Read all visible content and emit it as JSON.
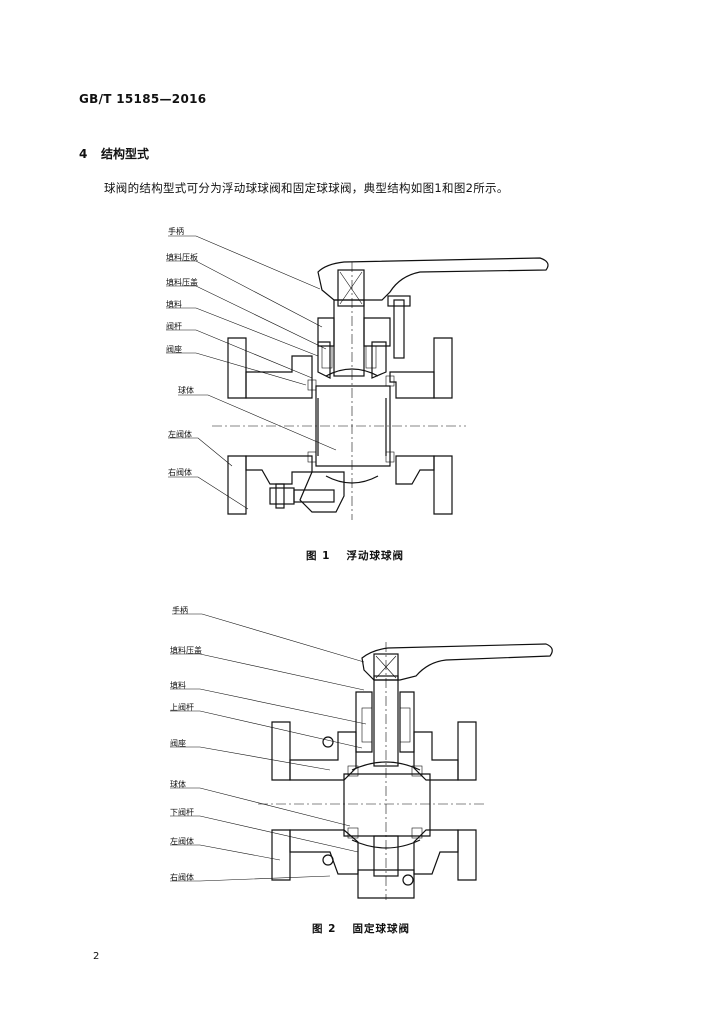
{
  "header": {
    "standard_code": "GB/T 15185—2016"
  },
  "section": {
    "number": "4",
    "title": "结构型式"
  },
  "body_text": "球阀的结构型式可分为浮动球球阀和固定球球阀，典型结构如图1和图2所示。",
  "figure1": {
    "caption_number": "图 1",
    "caption_title": "浮动球球阀",
    "labels": [
      "手柄",
      "填料压板",
      "填料压盖",
      "填料",
      "阀杆",
      "阀座",
      "球体",
      "左阀体",
      "右阀体"
    ]
  },
  "figure2": {
    "caption_number": "图 2",
    "caption_title": "固定球球阀",
    "labels": [
      "手柄",
      "填料压盖",
      "填料",
      "上阀杆",
      "阀座",
      "球体",
      "下阀杆",
      "左阀体",
      "右阀体"
    ]
  },
  "footer": {
    "page_number": "2"
  }
}
